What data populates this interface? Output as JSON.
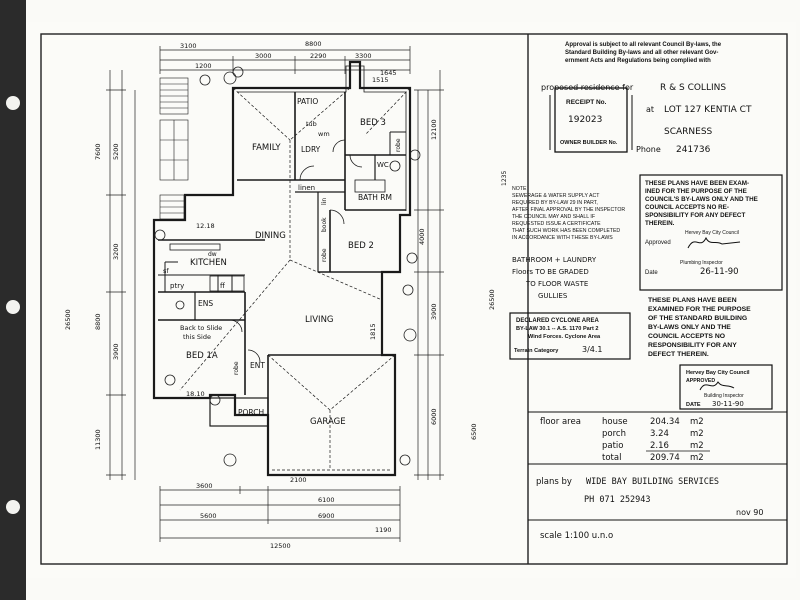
{
  "owner": {
    "prepared_label": "proposed residence for",
    "name": "R & S COLLINS",
    "at_label": "at",
    "lot": "LOT 127 KENTIA CT",
    "suburb": "SCARNESS",
    "phone_label": "Phone",
    "phone": "241736"
  },
  "top_notice": [
    "Approval is subject to all relevant Council By-laws, the",
    "Standard Building By-laws and all other relevant Gov-",
    "ernment Acts and Regulations being complied with"
  ],
  "receipt_stamp": {
    "receipt_label": "RECEIPT No.",
    "receipt_no": "192023",
    "owner_builder_label": "OWNER BUILDER No."
  },
  "council_stamp_1": {
    "text": [
      "THESE PLANS HAVE BEEN EXAM-",
      "INED FOR THE PURPOSE OF THE",
      "COUNCIL'S BY-LAWS ONLY AND THE",
      "COUNCIL ACCEPTS NO RE-",
      "SPONSIBILITY FOR ANY DEFECT",
      "THEREIN."
    ],
    "council": "Hervey Bay City Council",
    "approved_label": "Approved",
    "date_label": "Date",
    "date": "26-11-90",
    "inspector_label": "Plumbing Inspector"
  },
  "water_notice": [
    "NOTE",
    "SEWERAGE & WATER SUPPLY ACT",
    "REQUIRED BY BY-LAW 29 IN PART,",
    "AFTER FINAL APPROVAL BY THE INSPECTOR",
    "THE COUNCIL MAY AND SHALL IF",
    "REQUESTED ISSUE A CERTIFICATE",
    "THAT SUCH WORK HAS BEEN COMPLETED",
    "IN ACCORDANCE WITH THESE BY-LAWS"
  ],
  "bathroom_note": [
    "BATHROOM + LAUNDRY",
    "Floors TO BE GRADED",
    "TO FLOOR WASTE",
    "GULLIES"
  ],
  "plans_notice": [
    "THESE PLANS HAVE BEEN",
    "EXAMINED FOR THE PURPOSE",
    "OF THE STANDARD BUILDING",
    "BY-LAWS ONLY AND THE",
    "COUNCIL ACCEPTS NO",
    "RESPONSIBILITY FOR ANY",
    "DEFECT THEREIN."
  ],
  "cyclone_stamp": {
    "title": "DECLARED CYCLONE AREA",
    "law": "BY-LAW 30.1 -- A.S. 1170 Part 2",
    "wind": "Wind Forces. Cyclone Area",
    "terrain_label": "Terrain Category",
    "terrain_value": "3/4.1"
  },
  "council_stamp_2": {
    "council": "Hervey Bay City Council",
    "approved": "APPROVED",
    "inspector": "Building Inspector",
    "date_label": "DATE",
    "date": "30-11-90"
  },
  "floor_area": {
    "label": "floor area",
    "unit": "m2",
    "rows": [
      {
        "name": "house",
        "value": "204.34"
      },
      {
        "name": "porch",
        "value": "3.24"
      },
      {
        "name": "patio",
        "value": "2.16"
      },
      {
        "name": "total",
        "value": "209.74"
      }
    ]
  },
  "plans_by": {
    "label": "plans by",
    "company": "WIDE BAY BUILDING SERVICES",
    "phone": "PH 071 252943",
    "date": "nov 90"
  },
  "scale": "scale 1:100 u.n.o",
  "rooms": {
    "family": "FAMILY",
    "patio": "PATIO",
    "ldry": "LDRY",
    "wm": "wm",
    "tub": "tub",
    "bed3": "BED 3",
    "wc": "WC",
    "robe": "robe",
    "linen": "linen",
    "bath": "BATH RM",
    "dining": "DINING",
    "bed2": "BED 2",
    "book": "book",
    "lin": "lin",
    "kitchen": "KITCHEN",
    "dw": "dw",
    "ptry": "ptry",
    "ff": "ff",
    "sf": "sf",
    "ens": "ENS",
    "back_to_slide": [
      "Back to Slide",
      "this Side"
    ],
    "bed1": "BED 1A",
    "living": "LIVING",
    "ent": "ENT",
    "porch": "PORCH",
    "garage": "GARAGE"
  },
  "dims": {
    "top_total": "8800",
    "top_3100": "3100",
    "top_3000": "3000",
    "top_2290": "2290",
    "top_3300": "3300",
    "top_1515": "1515",
    "top_1200": "1200",
    "left_7600": "7600",
    "left_5200": "5200",
    "left_26500": "26500",
    "left_8800": "8800",
    "left_11300": "11300",
    "left_3200": "3200",
    "left_3900": "3900",
    "right_12100": "12100",
    "right_26500": "26500",
    "right_6500": "6500",
    "right_4000": "4000",
    "right_3900": "3900",
    "right_6000": "6000",
    "bot_3600": "3600",
    "bot_6100": "6100",
    "bot_5600": "5600",
    "bot_6900": "6900",
    "bot_12500": "12500",
    "bot_1190": "1190",
    "bot_2100": "2100",
    "kitchen_1218": "12.18",
    "bed1_1810": "18.10",
    "living_1815": "1815",
    "bath_1645": "1645"
  },
  "sheet_note_right": "1235"
}
